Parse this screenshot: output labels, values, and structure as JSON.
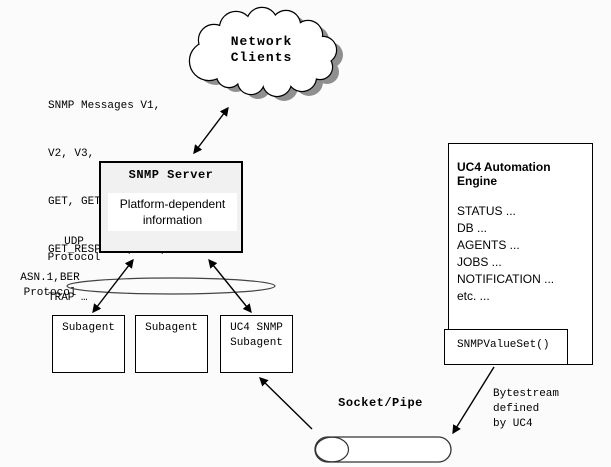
{
  "cloud": {
    "line1": "Network",
    "line2": "Clients"
  },
  "snmp_messages": {
    "lines": [
      "SNMP Messages V1,",
      "V2, V3,",
      "GET, GET_NEXT,",
      "GET_RESPONSE, SET,",
      "TRAP …"
    ]
  },
  "snmp_server": {
    "title": "SNMP Server",
    "inner_line1": "Platform-dependent",
    "inner_line2": "information"
  },
  "labels": {
    "udp_line1": "UDP",
    "udp_line2": "Protocol",
    "asn_line1": "ASN.1,BER",
    "asn_line2": "Protocol",
    "socket_pipe": "Socket/Pipe",
    "bytestream_line1": "Bytestream defined",
    "bytestream_line2": "by UC4"
  },
  "subagents": {
    "box1": "Subagent",
    "box2": "Subagent",
    "box3_line1": "UC4 SNMP",
    "box3_line2": "Subagent"
  },
  "uc4_engine": {
    "title": "UC4 Automation Engine",
    "items": [
      "STATUS ...",
      "DB ...",
      "AGENTS ...",
      "JOBS ...",
      "NOTIFICATION ...",
      "etc. ..."
    ],
    "inner_box": "SNMPValueSet()"
  },
  "colors": {
    "background": "#fbfbfb",
    "server_box_fill": "#f1f1f1",
    "cloud_shadow": "#8f8f8f",
    "line_color": "#000000",
    "pipe_stroke": "#333333"
  }
}
